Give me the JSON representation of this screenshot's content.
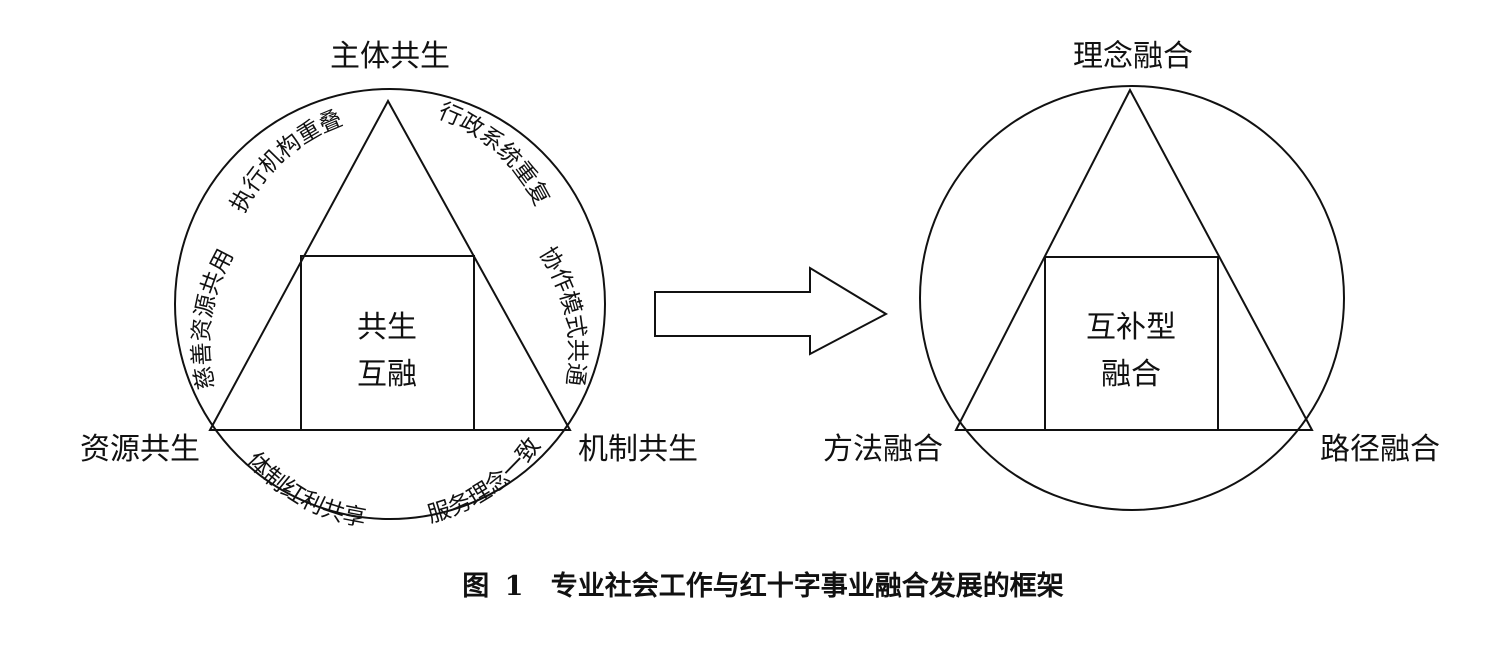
{
  "left": {
    "top_label": "主体共生",
    "left_label": "资源共生",
    "right_label": "机制共生",
    "center_lines": [
      "共生",
      "互融"
    ],
    "arc_left_upper": "执行机构重叠",
    "arc_left_lower": "慈善资源共用",
    "arc_right_upper": "行政系统重复",
    "arc_right_lower": "协作模式共通",
    "arc_bottom_left": "体制红利共享",
    "arc_bottom_right": "服务理念一致"
  },
  "right": {
    "top_label": "理念融合",
    "left_label": "方法融合",
    "right_label": "路径融合",
    "center_lines": [
      "互补型",
      "融合"
    ]
  },
  "caption": {
    "prefix": "图",
    "number": "1",
    "text": "专业社会工作与红十字事业融合发展的框架"
  },
  "colors": {
    "line": "#111111",
    "background": "#ffffff"
  }
}
